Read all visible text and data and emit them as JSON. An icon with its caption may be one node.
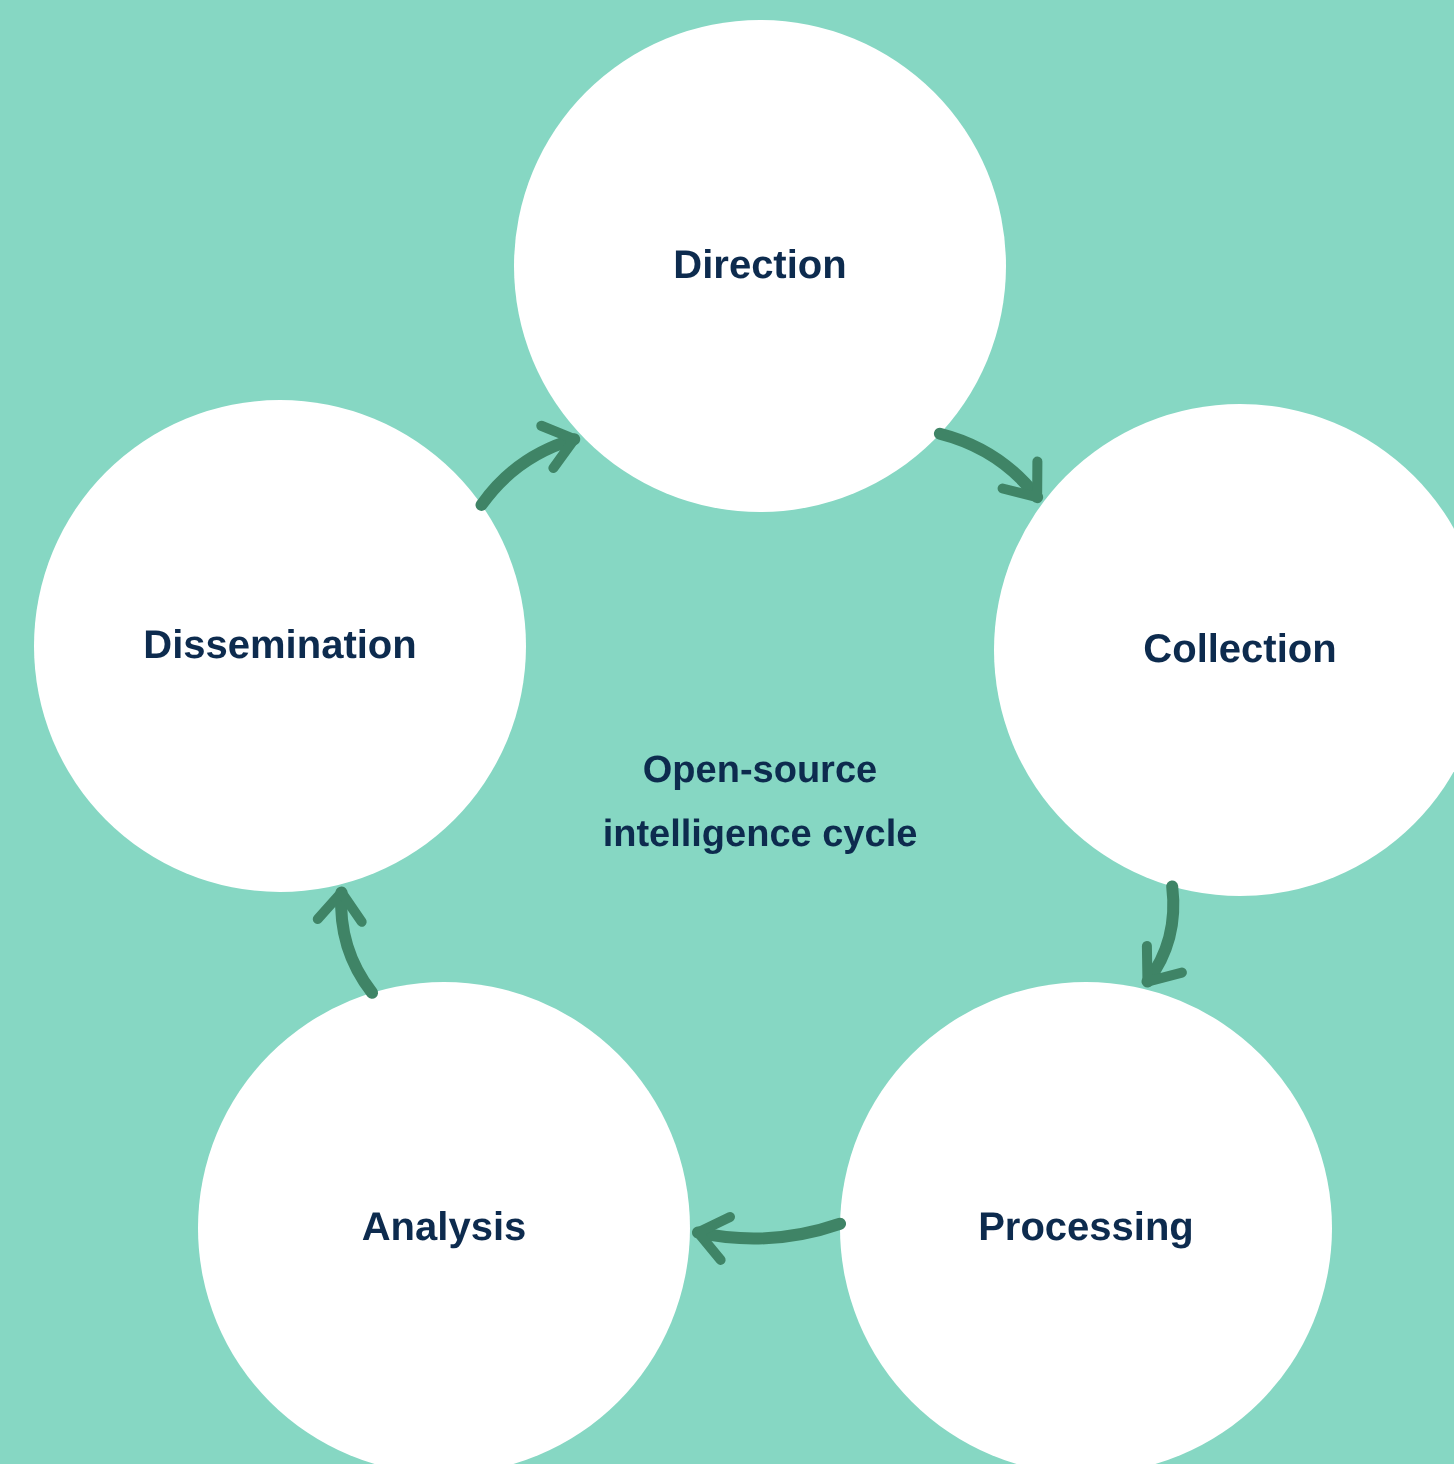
{
  "diagram": {
    "nodes": [
      {
        "text": [
          "Direction"
        ]
      },
      {
        "text": [
          "Collection"
        ]
      },
      {
        "text": [
          "Processing"
        ]
      },
      {
        "text": [
          "Analysis"
        ]
      },
      {
        "text": [
          "Dissemination"
        ]
      }
    ],
    "edges": [
      {
        "from": 0,
        "to": 1,
        "arrow": "to"
      },
      {
        "from": 1,
        "to": 2,
        "arrow": "to"
      },
      {
        "from": 2,
        "to": 3,
        "arrow": "to"
      },
      {
        "from": 3,
        "to": 4,
        "arrow": "to"
      },
      {
        "from": 4,
        "to": 0,
        "arrow": "to"
      }
    ],
    "labels": [
      "Open-source intelligence cycle"
    ]
  }
}
